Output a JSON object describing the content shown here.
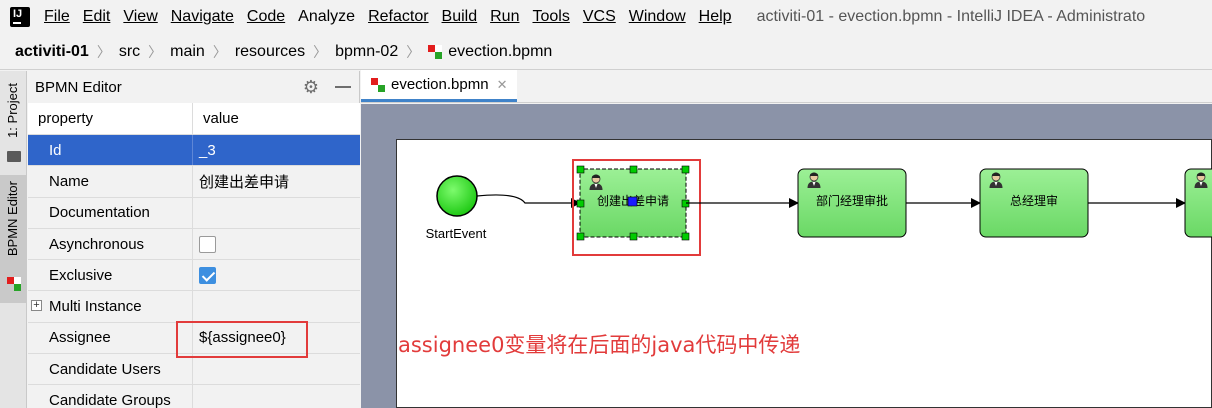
{
  "menu": {
    "items": [
      {
        "label": "File"
      },
      {
        "label": "Edit"
      },
      {
        "label": "View"
      },
      {
        "label": "Navigate"
      },
      {
        "label": "Code"
      },
      {
        "label": "Analyze"
      },
      {
        "label": "Refactor"
      },
      {
        "label": "Build"
      },
      {
        "label": "Run"
      },
      {
        "label": "Tools"
      },
      {
        "label": "VCS"
      },
      {
        "label": "Window"
      },
      {
        "label": "Help"
      }
    ],
    "window_title": "activiti-01 - evection.bpmn - IntelliJ IDEA - Administrato"
  },
  "breadcrumb": {
    "items": [
      "activiti-01",
      "src",
      "main",
      "resources",
      "bpmn-02",
      "evection.bpmn"
    ]
  },
  "toolstrip": {
    "project_label": "1: Project",
    "bpmn_label": "BPMN Editor"
  },
  "panel": {
    "title": "BPMN Editor",
    "header_property": "property",
    "header_value": "value",
    "rows": [
      {
        "property": "Id",
        "value": "_3"
      },
      {
        "property": "Name",
        "value": "创建出差申请"
      },
      {
        "property": "Documentation",
        "value": ""
      },
      {
        "property": "Asynchronous",
        "value": ""
      },
      {
        "property": "Exclusive",
        "value": ""
      },
      {
        "property": "Multi Instance",
        "value": ""
      },
      {
        "property": "Assignee",
        "value": "${assignee0}"
      },
      {
        "property": "Candidate Users",
        "value": ""
      },
      {
        "property": "Candidate Groups",
        "value": ""
      }
    ],
    "asynchronous_checked": false,
    "exclusive_checked": true
  },
  "editor": {
    "tab_label": "evection.bpmn"
  },
  "diagram": {
    "start_event_label": "StartEvent",
    "tasks": [
      {
        "name": "创建出差申请"
      },
      {
        "name": "部门经理审批"
      },
      {
        "name": "总经理审"
      }
    ],
    "annotation": "assignee0变量将在后面的java代码中传递"
  },
  "colors": {
    "selection": "#2f65ca",
    "task_fill": "#7ee07a",
    "highlight_red": "#e23b3b",
    "canvas_border_bg": "#8b93a8"
  }
}
